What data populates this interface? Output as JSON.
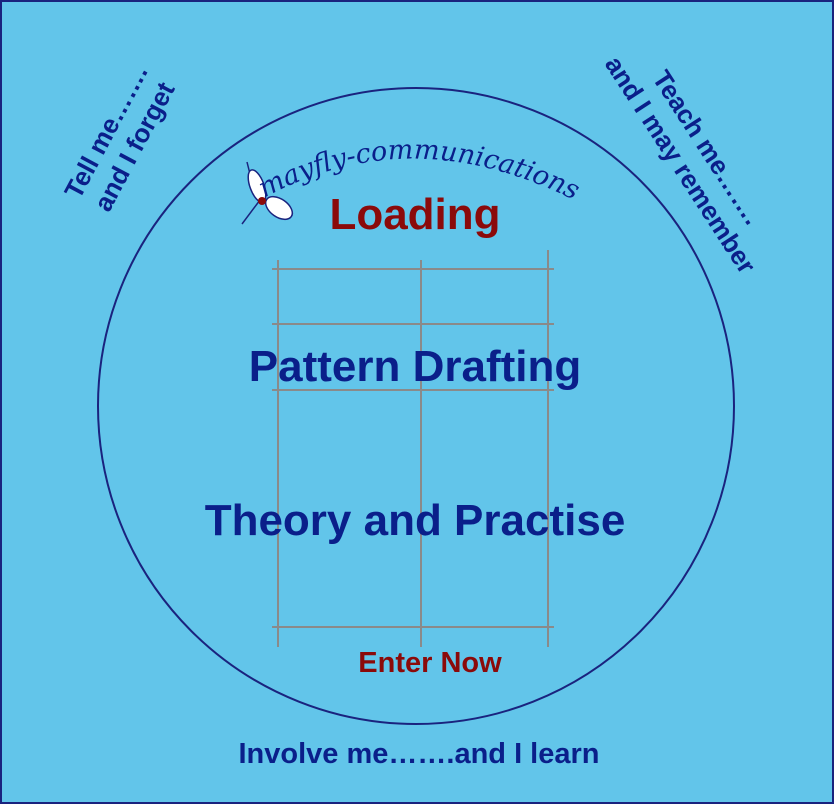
{
  "quotes": {
    "tell": {
      "line1": "Tell me…….",
      "line2": "and I forget"
    },
    "teach": {
      "line1": "Teach me…….",
      "line2": "and I may remember"
    },
    "involve": "Involve me…….and I learn"
  },
  "logo": {
    "text": "mayfly-communications",
    "icon": "mayfly-icon"
  },
  "intro": {
    "loading": "Loading",
    "title_line1": "Pattern Drafting",
    "title_line2": "Theory and Practise",
    "enter_label": "Enter Now"
  },
  "colors": {
    "background": "#62c5ea",
    "navy": "#0a1f8a",
    "dark_red": "#8b0a0a",
    "grid_gray": "#8a8a8a"
  }
}
